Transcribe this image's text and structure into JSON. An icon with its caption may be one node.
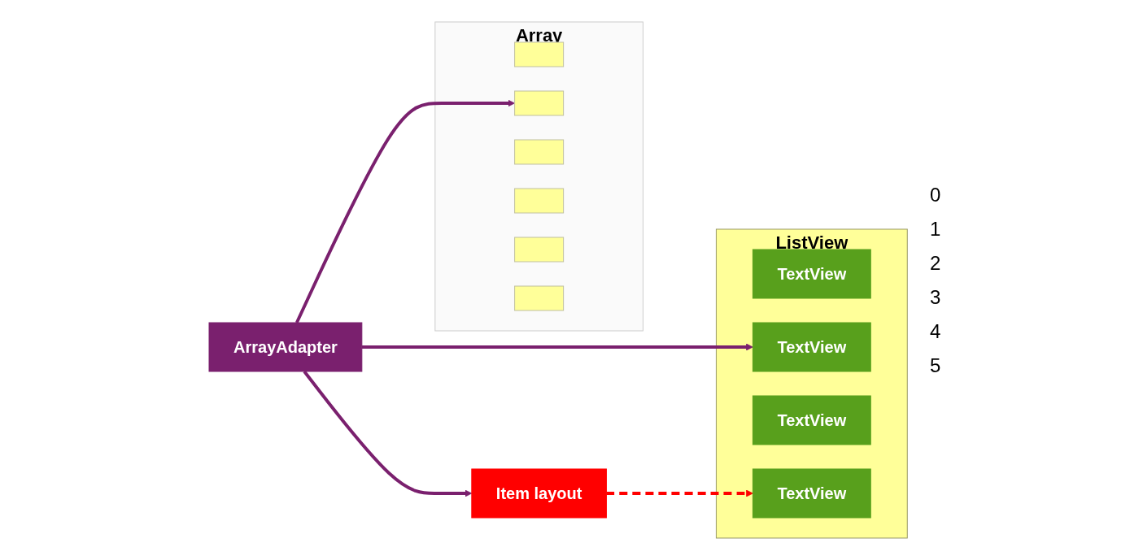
{
  "diagram": {
    "nodes": [
      {
        "text": [
          "ListView"
        ]
      },
      {
        "text": [
          "TextView"
        ],
        "in": 0
      },
      {
        "text": [
          "TextView"
        ],
        "in": 0
      },
      {
        "text": [
          "TextView"
        ],
        "in": 0
      },
      {
        "text": [
          "TextView"
        ],
        "in": 0
      },
      {
        "text": [
          "ArrayAdapter"
        ]
      },
      {
        "text": [
          "Item layout"
        ]
      },
      {
        "text": [
          "Array"
        ]
      },
      {
        "text": [],
        "shape": "box",
        "in": 7
      },
      {
        "text": [],
        "shape": "box",
        "in": 7
      },
      {
        "text": [],
        "shape": "box",
        "in": 7
      },
      {
        "text": [],
        "shape": "box",
        "in": 7
      },
      {
        "text": [],
        "shape": "box",
        "in": 7
      },
      {
        "text": [],
        "shape": "box",
        "in": 7
      }
    ],
    "edges": [
      {
        "from": 5,
        "to": 2,
        "arrow": "to"
      },
      {
        "from": 5,
        "to": 9,
        "arrow": "to"
      },
      {
        "from": 5,
        "to": 6,
        "arrow": "to"
      },
      {
        "from": 6,
        "to": 4,
        "arrow": "to",
        "style": "dashed",
        "color": "#ff0000"
      }
    ],
    "labels": [
      "0",
      "1",
      "2",
      "3",
      "4",
      "5"
    ]
  }
}
